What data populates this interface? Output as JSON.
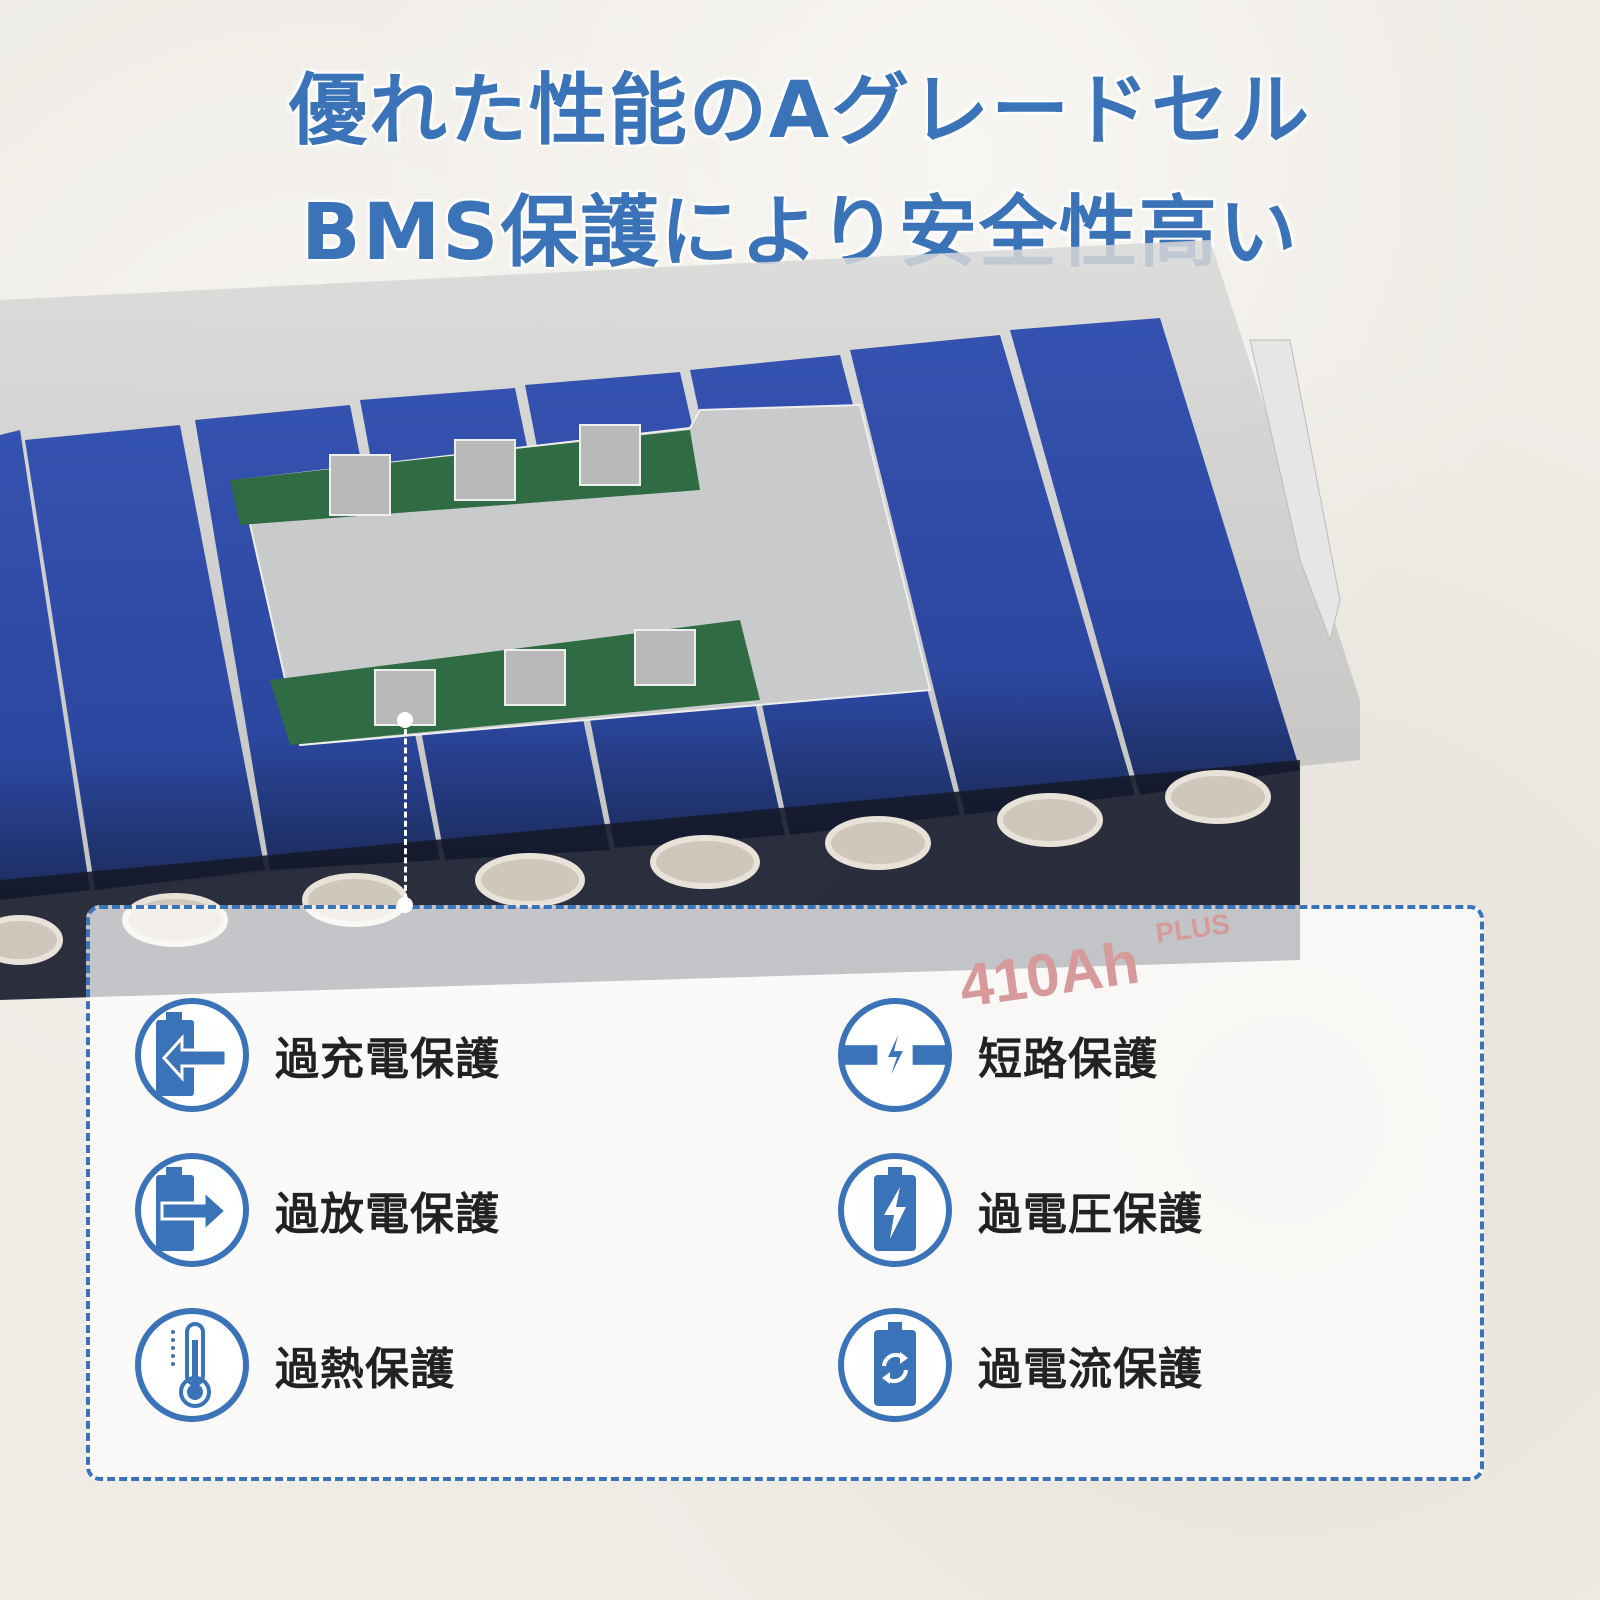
{
  "headline": {
    "line1": "優れた性能のAグレードセル",
    "line2": "BMS保護により安全性高い"
  },
  "product_label": {
    "capacity": "410Ah",
    "variant": "PLUS"
  },
  "features": [
    {
      "label": "過充電保護",
      "icon": "battery-charge-arrow-in-icon"
    },
    {
      "label": "短路保護",
      "icon": "short-circuit-icon"
    },
    {
      "label": "過放電保護",
      "icon": "battery-discharge-arrow-out-icon"
    },
    {
      "label": "過電圧保護",
      "icon": "battery-bolt-icon"
    },
    {
      "label": "過熱保護",
      "icon": "thermometer-icon"
    },
    {
      "label": "過電流保護",
      "icon": "battery-refresh-icon"
    }
  ],
  "colors": {
    "accent": "#3b73b9",
    "cell_blue": "#2c4fa8",
    "text": "#222222"
  }
}
